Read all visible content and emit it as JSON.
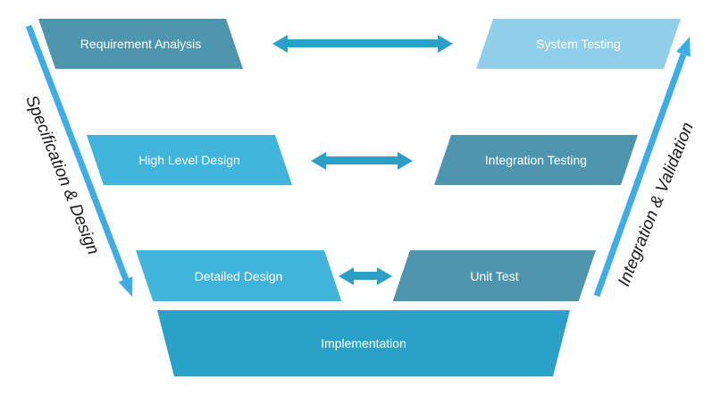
{
  "diagram": {
    "type": "v-model",
    "side_labels": {
      "left": "Specification & Design",
      "right": "Integration & Validation"
    },
    "phases": {
      "left": [
        {
          "label": "Requirement Analysis"
        },
        {
          "label": "High Level Design"
        },
        {
          "label": "Detailed Design"
        }
      ],
      "right": [
        {
          "label": "System Testing"
        },
        {
          "label": "Integration Testing"
        },
        {
          "label": "Unit Test"
        }
      ],
      "bottom": {
        "label": "Implementation"
      }
    },
    "colors": {
      "dark_box": "#4E96AE",
      "cyan_box": "#40B4DA",
      "light_box": "#90CEEA",
      "implementation_box": "#2AA2C8",
      "horizontal_arrow": "#2C9FC6",
      "diagonal_arrow": "#3DADE8",
      "box_text": "#FFFFFF",
      "side_label_text": "#1A1A1A"
    }
  }
}
